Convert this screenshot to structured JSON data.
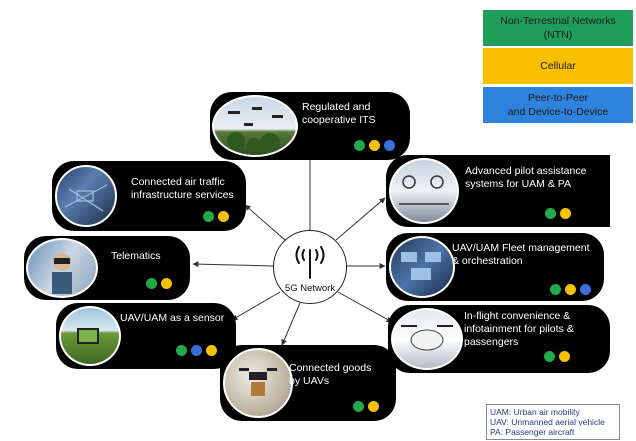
{
  "colors": {
    "ntn": "#1e9e5a",
    "cellular": "#f9c000",
    "p2p": "#2f83dc",
    "node_bg": "#000000"
  },
  "legend": [
    {
      "label": "Non-Terrestrial Networks\n(NTN)",
      "color": "#1e9e5a"
    },
    {
      "label": "Cellular",
      "color": "#f9c000"
    },
    {
      "label": "Peer-to-Peer\nand Device-to-Device",
      "color": "#2f83dc"
    }
  ],
  "hub": {
    "label": "5G Network",
    "icon": "antenna-icon"
  },
  "nodes": [
    {
      "id": "regulated",
      "label": "Regulated and\ncooperative ITS",
      "dots": [
        "green",
        "yellow",
        "blue"
      ],
      "image": "drones-over-trees"
    },
    {
      "id": "air-traffic",
      "label": "Connected air traffic\ninfrastructure services",
      "dots": [
        "green",
        "yellow"
      ],
      "image": "air-traffic-control"
    },
    {
      "id": "telematics",
      "label": "Telematics",
      "dots": [
        "green",
        "yellow"
      ],
      "image": "vr-headset-user"
    },
    {
      "id": "sensor",
      "label": "UAV/UAM as a sensor",
      "dots": [
        "green",
        "blue",
        "yellow"
      ],
      "image": "tablet-field"
    },
    {
      "id": "goods",
      "label": "Connected goods\nby UAVs",
      "dots": [
        "green",
        "yellow"
      ],
      "image": "delivery-drone"
    },
    {
      "id": "pilot-assist",
      "label": "Advanced pilot assistance\nsystems  for UAM & PA",
      "dots": [
        "green",
        "yellow"
      ],
      "image": "cockpit"
    },
    {
      "id": "fleet",
      "label": "UAV/UAM Fleet management\n& orchestration",
      "dots": [
        "green",
        "yellow",
        "blue"
      ],
      "image": "control-room"
    },
    {
      "id": "inflight",
      "label": "In-flight convenience &\ninfotainment for pilots &\npassengers",
      "dots": [
        "green",
        "yellow"
      ],
      "image": "passenger-drone"
    }
  ],
  "abbreviations": [
    "UAM: Urban air mobility",
    "UAV: Unmanned aerial vehicle",
    "PA: Passenger aircraft"
  ]
}
